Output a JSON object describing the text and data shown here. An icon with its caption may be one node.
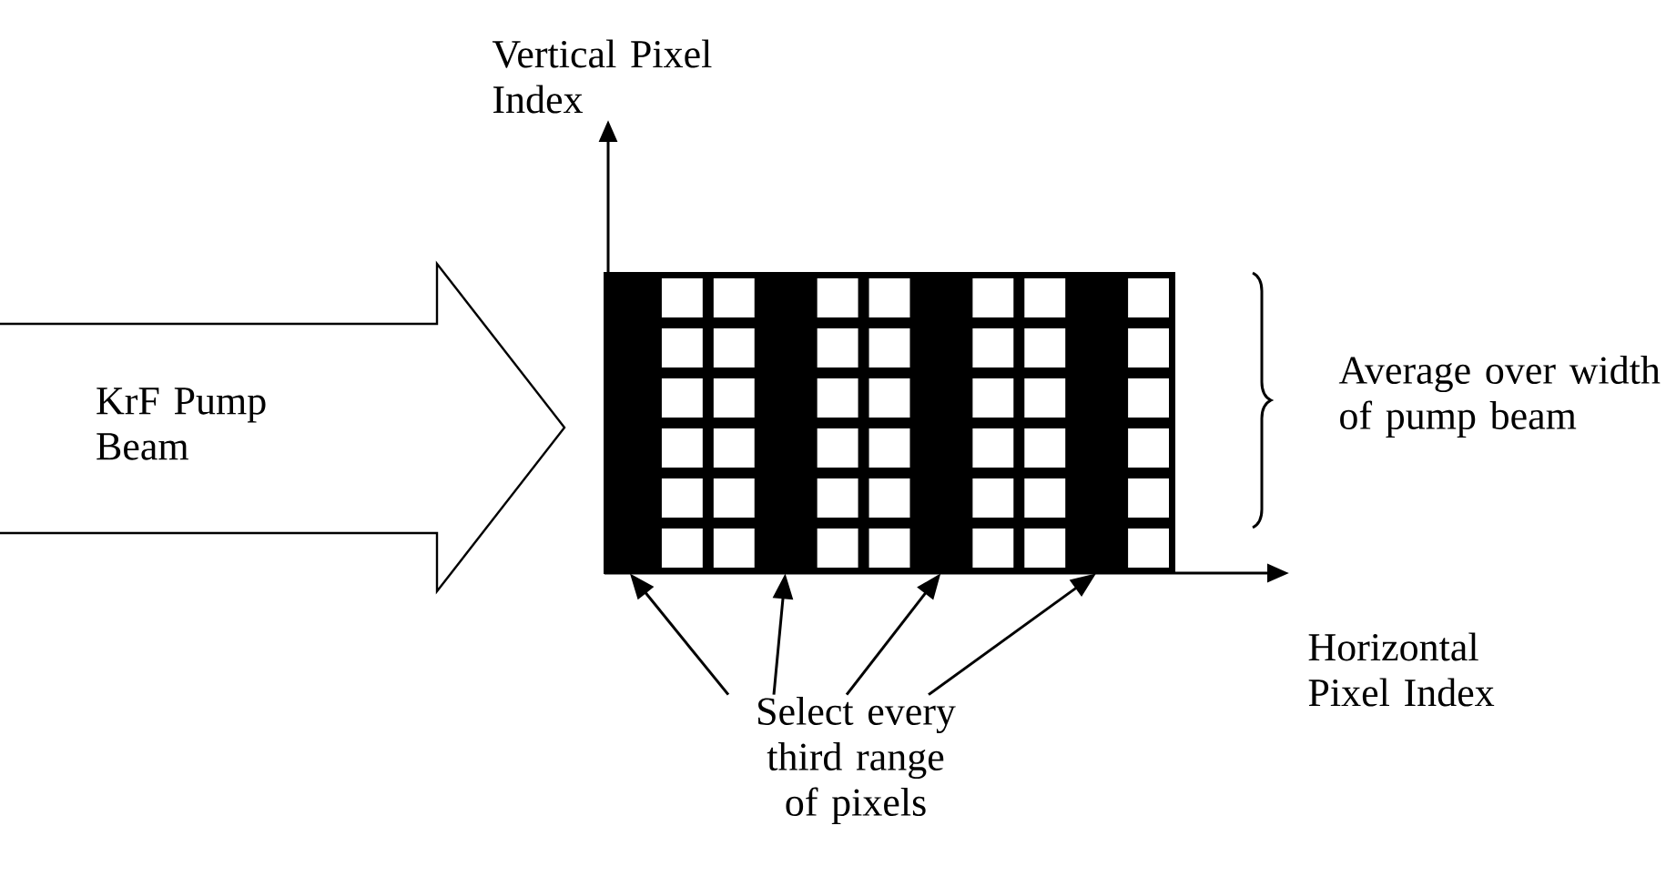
{
  "diagram": {
    "nodes": [
      {
        "text": [
          "KrF Pump Beam"
        ]
      },
      {
        "text": [],
        "shape": "box"
      },
      {
        "text": [],
        "shape": "bar",
        "in": 1
      },
      {
        "text": [],
        "shape": "bar",
        "in": 1
      },
      {
        "text": [],
        "shape": "bar",
        "in": 1
      },
      {
        "text": [],
        "shape": "bar",
        "in": 1
      },
      {
        "text": [
          "Select every third range of pixels"
        ]
      }
    ],
    "edges": [
      {
        "from": 6,
        "to": 2,
        "arrow": "to"
      },
      {
        "from": 6,
        "to": 3,
        "arrow": "to"
      },
      {
        "from": 6,
        "to": 4,
        "arrow": "to"
      },
      {
        "from": 6,
        "to": 5,
        "arrow": "to"
      }
    ],
    "labels": [
      "Vertical Pixel Index",
      "Average over width of pump beam",
      "Horizontal Pixel Index"
    ]
  }
}
